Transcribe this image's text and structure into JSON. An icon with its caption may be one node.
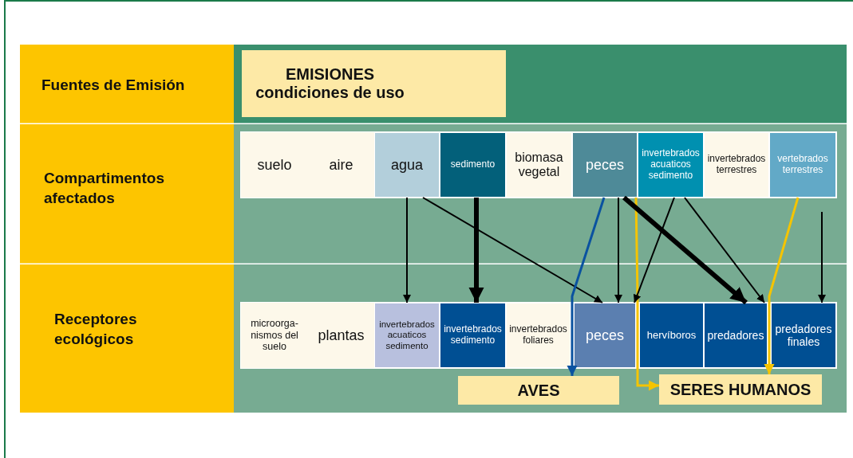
{
  "diagram": {
    "nodes": [
      {
        "text": [
          "EMISIONES condiciones de uso"
        ]
      },
      {
        "text": [
          "suelo"
        ]
      },
      {
        "text": [
          "aire"
        ]
      },
      {
        "text": [
          "agua"
        ]
      },
      {
        "text": [
          "sedimento"
        ]
      },
      {
        "text": [
          "biomasa vegetal"
        ]
      },
      {
        "text": [
          "peces"
        ]
      },
      {
        "text": [
          "invertebrados acuaticos sedimento"
        ]
      },
      {
        "text": [
          "invertebrados terrestres"
        ]
      },
      {
        "text": [
          "vertebrados terrestres"
        ]
      },
      {
        "text": [
          "microorga-nismos del suelo"
        ]
      },
      {
        "text": [
          "plantas"
        ]
      },
      {
        "text": [
          "invertebrados acuaticos sedimento"
        ]
      },
      {
        "text": [
          "invertebrados sedimento"
        ]
      },
      {
        "text": [
          "invertebrados foliares"
        ]
      },
      {
        "text": [
          "peces"
        ]
      },
      {
        "text": [
          "hervíboros"
        ]
      },
      {
        "text": [
          "predadores"
        ]
      },
      {
        "text": [
          "predadores finales"
        ]
      },
      {
        "text": [
          "AVES"
        ]
      },
      {
        "text": [
          "SERES HUMANOS"
        ]
      }
    ],
    "edges": [
      {
        "from": 3,
        "to": 12,
        "arrow": "to"
      },
      {
        "from": 4,
        "to": 13,
        "arrow": "to",
        "style": "thick"
      },
      {
        "from": 3,
        "to": 15,
        "arrow": "to"
      },
      {
        "from": 6,
        "to": 19,
        "arrow": "to",
        "color": "#0a52a0"
      },
      {
        "from": 6,
        "to": 15,
        "arrow": "to"
      },
      {
        "from": 6,
        "to": 20,
        "arrow": "to",
        "color": "#f5c400"
      },
      {
        "from": 6,
        "to": 17,
        "arrow": "to",
        "style": "thick"
      },
      {
        "from": 7,
        "to": 15,
        "arrow": "to"
      },
      {
        "from": 7,
        "to": 17,
        "arrow": "to"
      },
      {
        "from": 9,
        "to": 20,
        "arrow": "to",
        "color": "#f5c400"
      },
      {
        "from": null,
        "to": 18,
        "arrow": "to"
      }
    ],
    "labels": [
      "Fuentes de Emisión",
      "Compartimentos afectados",
      "Receptores ecológicos"
    ]
  }
}
